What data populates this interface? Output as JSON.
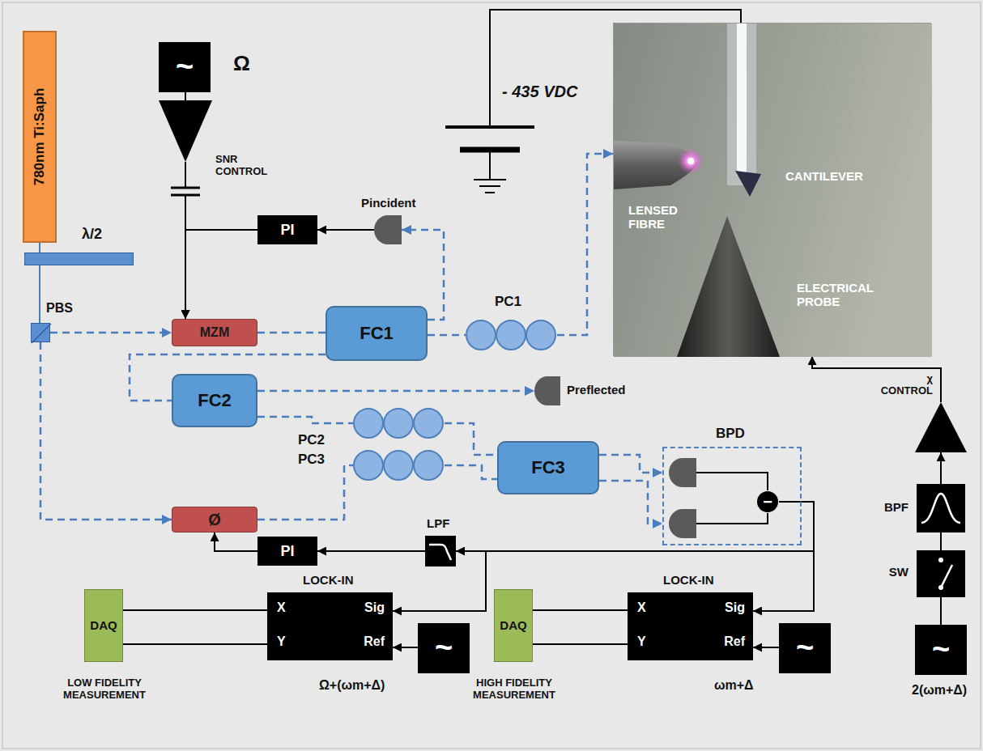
{
  "diagram": {
    "nodes": [
      {
        "text": [
          "780nm Ti:Saph"
        ]
      },
      {
        "text": [
          "λ/2"
        ]
      },
      {
        "text": [
          "PBS"
        ]
      },
      {
        "text": [
          "~",
          "Ω"
        ]
      },
      {
        "text": [
          "SNR CONTROL"
        ]
      },
      {
        "text": [
          "MZM"
        ]
      },
      {
        "text": [
          "PI"
        ]
      },
      {
        "text": [
          "Pincident"
        ]
      },
      {
        "text": [
          "FC1"
        ]
      },
      {
        "text": [
          "PC1"
        ]
      },
      {
        "text": [
          "LENSED FIBRE",
          "CANTILEVER",
          "ELECTRICAL PROBE"
        ]
      },
      {
        "text": [
          "FC2"
        ]
      },
      {
        "text": [
          "Preflected"
        ]
      },
      {
        "text": [
          "PC2"
        ]
      },
      {
        "text": [
          "PC3"
        ]
      },
      {
        "text": [
          "Ø"
        ]
      },
      {
        "text": [
          "FC3"
        ]
      },
      {
        "text": [
          "BPD"
        ]
      },
      {
        "text": [
          "−"
        ],
        "in": 17
      },
      {
        "text": [
          "LPF"
        ]
      },
      {
        "text": [
          "PI"
        ]
      },
      {
        "text": [
          "LOCK-IN",
          "X",
          "Sig",
          "Y",
          "Ref"
        ]
      },
      {
        "text": [
          "DAQ",
          "LOW FIDELITY MEASUREMENT"
        ]
      },
      {
        "text": [
          "~"
        ]
      },
      {
        "text": [
          "LOCK-IN",
          "X",
          "Sig",
          "Y",
          "Ref"
        ]
      },
      {
        "text": [
          "DAQ",
          "HIGH FIDELITY MEASUREMENT"
        ]
      },
      {
        "text": [
          "~"
        ]
      },
      {
        "text": [
          "~",
          "2(ωm+Δ)"
        ]
      },
      {
        "text": [
          "SW"
        ]
      },
      {
        "text": [
          "BPF"
        ]
      },
      {
        "text": [
          "χ CONTROL"
        ]
      }
    ],
    "edges": [
      {
        "from": 0,
        "to": 1,
        "arrow": "none"
      },
      {
        "from": 1,
        "to": 2,
        "arrow": "none"
      },
      {
        "from": 2,
        "to": 5,
        "arrow": "to"
      },
      {
        "from": 2,
        "to": 15,
        "arrow": "to"
      },
      {
        "from": 5,
        "to": 8,
        "arrow": "none"
      },
      {
        "from": 8,
        "to": 7,
        "arrow": "to"
      },
      {
        "from": 8,
        "to": 9,
        "arrow": "none"
      },
      {
        "from": 9,
        "to": 10,
        "arrow": "to"
      },
      {
        "from": 8,
        "to": 11,
        "arrow": "none"
      },
      {
        "from": 11,
        "to": 12,
        "arrow": "to"
      },
      {
        "from": 11,
        "to": 13,
        "arrow": "none"
      },
      {
        "from": 13,
        "to": 16,
        "arrow": "none"
      },
      {
        "from": 15,
        "to": 14,
        "arrow": "none"
      },
      {
        "from": 14,
        "to": 16,
        "arrow": "none"
      },
      {
        "from": 16,
        "to": 17,
        "arrow": "to"
      },
      {
        "from": 16,
        "to": 17,
        "arrow": "to"
      },
      {
        "from": 3,
        "to": 4,
        "arrow": "none"
      },
      {
        "from": 4,
        "to": 5,
        "arrow": "to"
      },
      {
        "from": 6,
        "to": 5,
        "arrow": "to"
      },
      {
        "from": 7,
        "to": 6,
        "arrow": "to"
      },
      {
        "from": 18,
        "to": 19,
        "arrow": "to"
      },
      {
        "from": 19,
        "to": 20,
        "arrow": "to"
      },
      {
        "from": 20,
        "to": 15,
        "arrow": "to"
      },
      {
        "from": 18,
        "to": 21,
        "arrow": "to"
      },
      {
        "from": 18,
        "to": 24,
        "arrow": "to"
      },
      {
        "from": 23,
        "to": 21,
        "label": "Ω+(ωm+Δ)",
        "arrow": "to"
      },
      {
        "from": 26,
        "to": 24,
        "label": "ωm+Δ",
        "arrow": "to"
      },
      {
        "from": 21,
        "to": 22,
        "arrow": "none"
      },
      {
        "from": 21,
        "to": 22,
        "arrow": "none"
      },
      {
        "from": 24,
        "to": 25,
        "arrow": "none"
      },
      {
        "from": 24,
        "to": 25,
        "arrow": "none"
      },
      {
        "from": 27,
        "to": 28,
        "arrow": "none"
      },
      {
        "from": 28,
        "to": 29,
        "arrow": "none"
      },
      {
        "from": 29,
        "to": 30,
        "arrow": "to"
      },
      {
        "from": 30,
        "to": 10,
        "arrow": "to"
      }
    ],
    "labels": [
      "- 435 VDC"
    ]
  }
}
